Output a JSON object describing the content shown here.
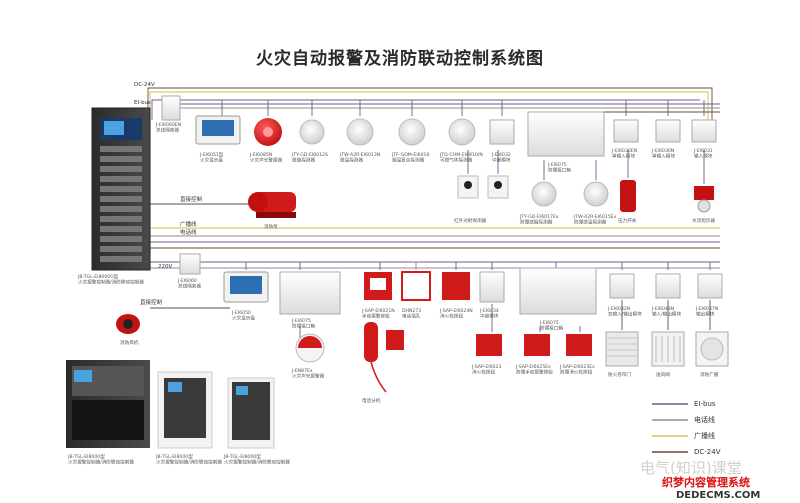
{
  "title": "火灾自动报警及消防联动控制系统图",
  "bus_labels": {
    "dc24v": "DC-24V",
    "ei_bus": "EI-bus",
    "broadcast": "广播线",
    "phone": "电话线",
    "v220": "220V",
    "linkage": "直接控制",
    "linkage2": "直接控制"
  },
  "controllers": {
    "main_cabinet": "JB-TGL-EI8000G型\n火灾报警控制器/消防联动控制器",
    "bus_iso_top": "J-EI6060EN\n总线隔离器",
    "bus_iso_mid": "J-EI6060\n总线隔离器",
    "cab1": "JB-TGL-EI8000型\n火灾报警控制器/消防联动控制器",
    "cab2": "JB-TGL-EI8000型\n火灾报警控制器/消防联动控制器",
    "cab3": "JB-TGL-EI8000型\n火灾报警控制器/消防联动控制器"
  },
  "top_row": [
    {
      "name": "repeater-panel-1",
      "label": "J-EI6051型\n火灾显示盘"
    },
    {
      "name": "alarm-light",
      "label": "J-EI6085N\n火灾声光警报器"
    },
    {
      "name": "smoke-detector-1",
      "label": "JTY-GD-EI6012S\n感烟探测器"
    },
    {
      "name": "heat-detector-1",
      "label": "JTW-A2R-EI6013N\n感温探测器"
    },
    {
      "name": "combo-detector-1",
      "label": "JTF-GOM-EI6016\n烟温复合探测器"
    },
    {
      "name": "gas-detector",
      "label": "JTQ-CHM-EI6810/N\n可燃气体探测器"
    },
    {
      "name": "relay-module-1",
      "label": "J-EI6032\n中继模块"
    },
    {
      "name": "fire-box-1",
      "label": "J-EI6075\n防爆接口箱"
    },
    {
      "name": "input-module-1",
      "label": "J-EI6030EN\n单输入模块"
    },
    {
      "name": "input-module-2",
      "label": "J-EI6030N\n单输入模块"
    },
    {
      "name": "input-module-3",
      "label": "J-EI6031\n输入模块"
    }
  ],
  "mid_row": [
    {
      "name": "ir-beam",
      "label": "红外对射探测器"
    },
    {
      "name": "smoke-ex",
      "label": "JTY-GD-EI6017Ex\n防爆感烟探测器"
    },
    {
      "name": "heat-ex",
      "label": "JTW-A2R-EI6015Ex\n防爆感温探测器"
    },
    {
      "name": "pressure-switch",
      "label": "压力开关"
    },
    {
      "name": "flow-indicator",
      "label": "水流指示器"
    },
    {
      "name": "fire-pump",
      "label": "消防泵"
    }
  ],
  "bottom_row": [
    {
      "name": "repeater-panel-2",
      "label": "J-EI6050\n火灾显示盘"
    },
    {
      "name": "fire-box-2",
      "label": "J-EI6075\n防爆接口箱"
    },
    {
      "name": "manual-call",
      "label": "J-SAP-EI6021N\n手动报警按钮"
    },
    {
      "name": "phone-socket",
      "label": "DHN273\n电话插孔"
    },
    {
      "name": "hydrant-button",
      "label": "J-SAP-EI6024N\n消火栓按钮"
    },
    {
      "name": "relay-module-2",
      "label": "J-EI6034\n中继模块"
    },
    {
      "name": "fire-box-3",
      "label": "J-EI6075\n防爆接口箱"
    },
    {
      "name": "io-module-1",
      "label": "J-EI6042N\n双输入/输出模块"
    },
    {
      "name": "io-module-2",
      "label": "J-EI6043N\n输入/输出模块"
    },
    {
      "name": "io-module-3",
      "label": "J-EI6047N\n输出模块"
    }
  ],
  "lower_row": [
    {
      "name": "sounder-ex",
      "label": "J-EN87Ex\n火灾声光报警器"
    },
    {
      "name": "phone-handset",
      "label": "电话分机"
    },
    {
      "name": "hydrant-ex",
      "label": "J-SAP-EI6023\n消火栓按钮"
    },
    {
      "name": "manual-ex-1",
      "label": "J-SAP-EI6025Ex\n防爆手动报警按钮"
    },
    {
      "name": "manual-ex-2",
      "label": "J-SAP-EI6023Ex\n防爆消火栓按钮"
    },
    {
      "name": "fire-shutter",
      "label": "防火卷帘门"
    },
    {
      "name": "air-vent",
      "label": "送风阀"
    },
    {
      "name": "speaker",
      "label": "消防广播"
    },
    {
      "name": "smoke-fan",
      "label": "消防风机"
    }
  ],
  "legend": [
    {
      "label": "EI-bus",
      "color": "#6a5c8e"
    },
    {
      "label": "电话线",
      "color": "#9a8a8a"
    },
    {
      "label": "广播线",
      "color": "#d4c24a"
    },
    {
      "label": "DC-24V",
      "color": "#6a4a3a"
    }
  ],
  "watermark": {
    "cn": "电气(知识)课堂",
    "site_cn": "织梦内容管理系统",
    "site_en": "DEDECMS.COM"
  }
}
